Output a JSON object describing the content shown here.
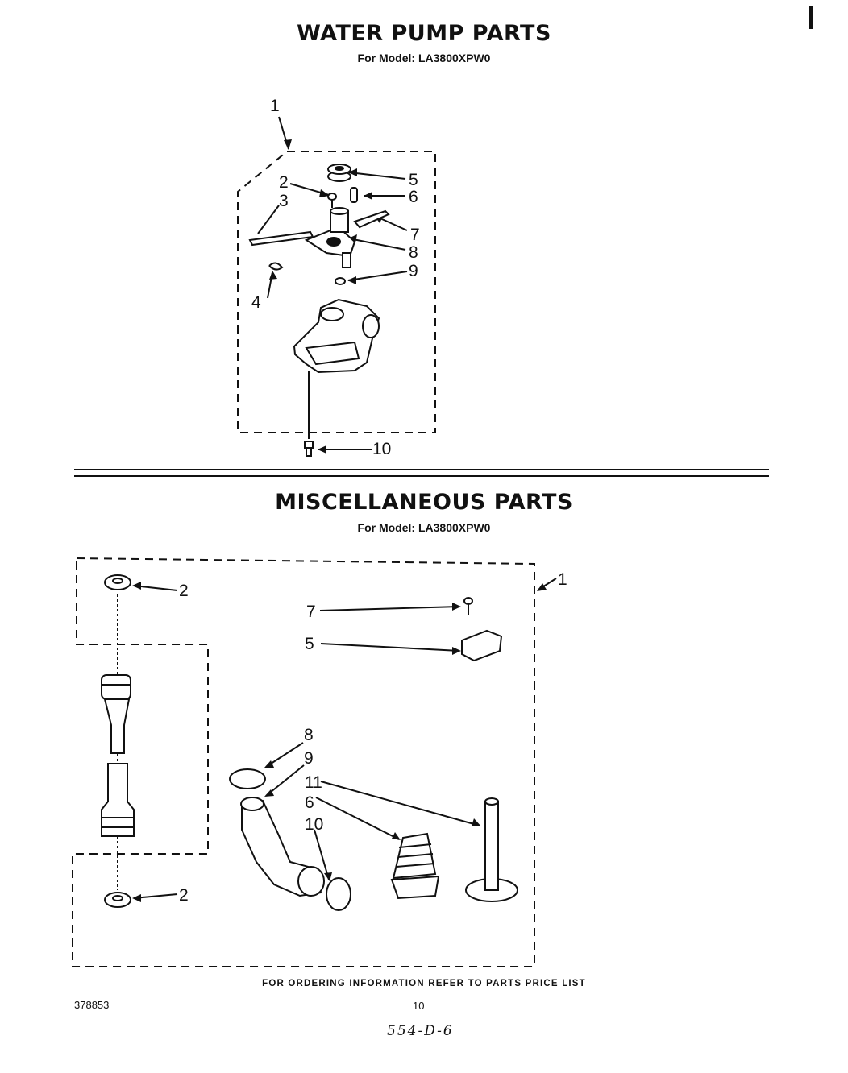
{
  "water_pump": {
    "title": "WATER PUMP PARTS",
    "subtitle": "For Model: LA3800XPW0",
    "callouts": [
      "1",
      "2",
      "3",
      "4",
      "5",
      "6",
      "7",
      "8",
      "9",
      "10"
    ]
  },
  "misc": {
    "title": "MISCELLANEOUS PARTS",
    "subtitle": "For Model: LA3800XPW0",
    "callouts": [
      "1",
      "2",
      "2",
      "5",
      "6",
      "7",
      "8",
      "9",
      "10",
      "11"
    ]
  },
  "footer": {
    "note": "FOR ORDERING INFORMATION REFER TO PARTS PRICE LIST",
    "doc_number": "378853",
    "page_number": "10",
    "handwritten": "554-D-6"
  }
}
